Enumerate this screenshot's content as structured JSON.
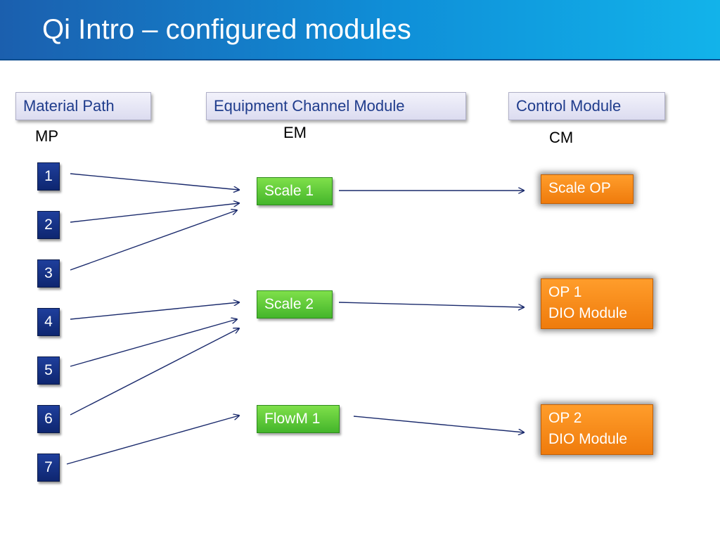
{
  "title": "Qi Intro – configured modules",
  "columns": {
    "material_path": {
      "label": "Material Path",
      "abbr": "MP"
    },
    "equipment_channel": {
      "label": "Equipment Channel Module",
      "abbr": "EM"
    },
    "control_module": {
      "label": "Control Module",
      "abbr": "CM"
    }
  },
  "material_paths": [
    "1",
    "2",
    "3",
    "4",
    "5",
    "6",
    "7"
  ],
  "equipment_modules": [
    "Scale 1",
    "Scale 2",
    "FlowM 1"
  ],
  "control_modules": [
    {
      "line1": "Scale OP",
      "line2": ""
    },
    {
      "line1": "OP 1",
      "line2": "DIO Module"
    },
    {
      "line1": "OP 2",
      "line2": "DIO Module"
    }
  ],
  "colors": {
    "header_start": "#1b5fae",
    "header_end": "#12b3ea",
    "material_path_box": "#1a3790",
    "equipment_module_box": "#5cc93a",
    "control_module_box": "#f7890f",
    "arrow": "#1a2a6c"
  }
}
